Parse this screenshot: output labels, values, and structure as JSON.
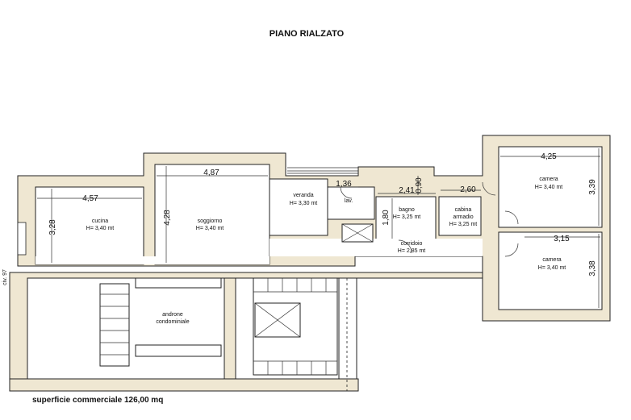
{
  "title": "PIANO RIALZATO",
  "surface_label": "superficie commerciale 126,00 mq",
  "side_label": "civ. 97",
  "rooms": [
    {
      "id": "cucina",
      "name": "cucina",
      "height": "H= 3,40 mt"
    },
    {
      "id": "soggiorno",
      "name": "soggiorno",
      "height": "H= 3,40 mt"
    },
    {
      "id": "veranda",
      "name": "veranda",
      "height": "H= 3,30 mt"
    },
    {
      "id": "lav",
      "name": "lav.",
      "height": ""
    },
    {
      "id": "bagno",
      "name": "bagno",
      "height": "H= 3,25 mt"
    },
    {
      "id": "cabina",
      "name": "cabina",
      "name2": "armadio",
      "height": "H= 3,25 mt"
    },
    {
      "id": "camera1",
      "name": "camera",
      "height": "H= 3,40 mt"
    },
    {
      "id": "camera2",
      "name": "camera",
      "height": "H= 3,40 mt"
    },
    {
      "id": "corridoio",
      "name": "corridoio",
      "height": "H= 2,85 mt"
    },
    {
      "id": "androne",
      "name": "androne",
      "name2": "condominiale",
      "height": ""
    }
  ],
  "dimensions": {
    "cucina_w": "4,57",
    "cucina_h": "3,28",
    "soggiorno_w": "4,87",
    "soggiorno_h": "4,28",
    "veranda_w": "1,36",
    "bagno_w": "2,41",
    "bagno_h": "1,80",
    "door_w": "0,90",
    "cabina_w": "2,60",
    "camera1_w": "4,25",
    "camera1_h": "3,39",
    "camera2_w": "3,15",
    "camera2_h": "3,38"
  }
}
